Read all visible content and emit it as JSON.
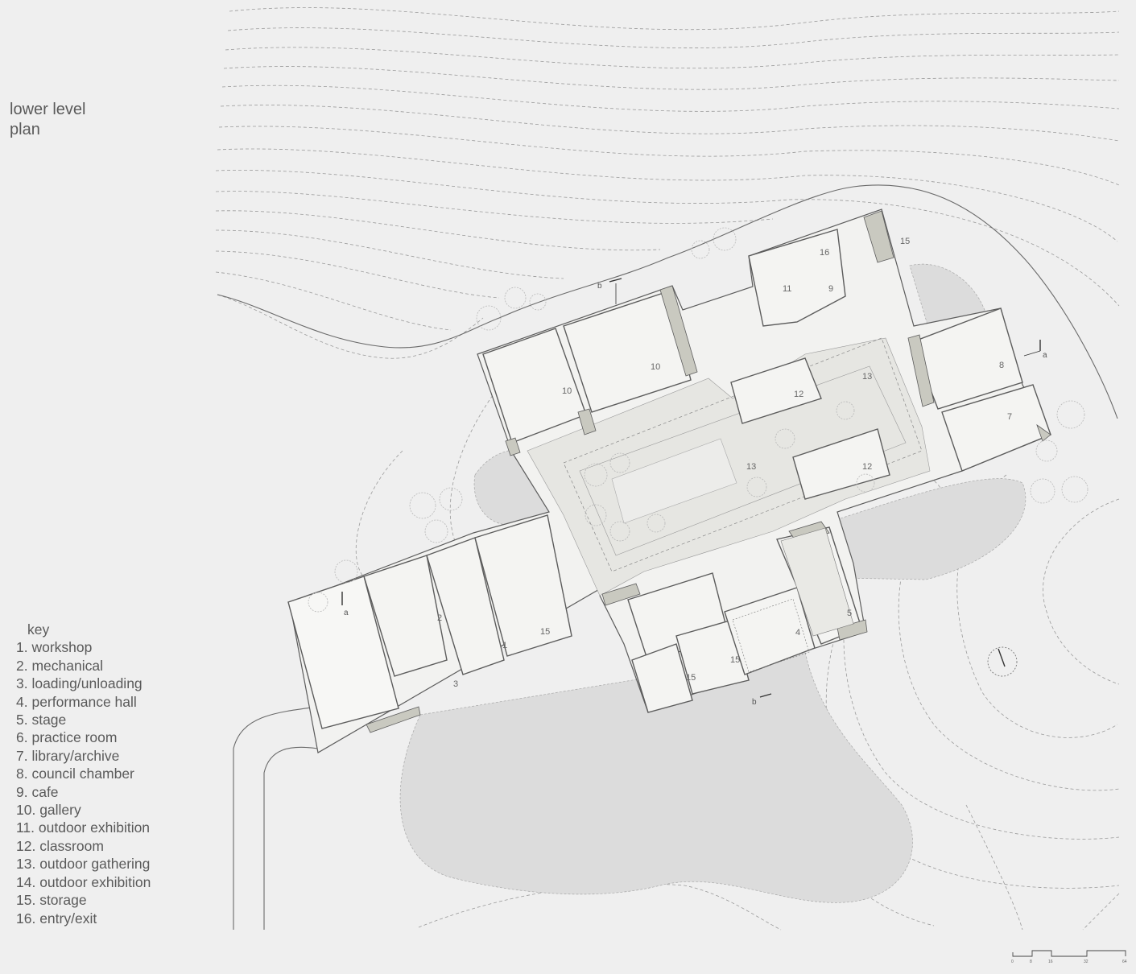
{
  "title": {
    "line1": "lower level",
    "line2": "plan"
  },
  "key": {
    "heading": "key",
    "items": [
      "1. workshop",
      "2. mechanical",
      "3. loading/unloading",
      "4. performance hall",
      "5. stage",
      "6. practice room",
      "7. library/archive",
      "8. council chamber",
      "9. cafe",
      "10. gallery",
      "11. outdoor exhibition",
      "12. classroom",
      "13. outdoor gathering",
      "14. outdoor exhibition",
      "15. storage",
      "16. entry/exit"
    ]
  },
  "plan": {
    "room_labels": [
      "10",
      "10",
      "12",
      "12",
      "13",
      "13",
      "11",
      "9",
      "16",
      "15",
      "8",
      "7",
      "2",
      "1",
      "3",
      "15",
      "4",
      "5",
      "15",
      "15"
    ],
    "section_marks": {
      "a": "a",
      "b": "b"
    }
  },
  "scale_bar": {
    "ticks": [
      "0",
      "8",
      "16",
      "32",
      "64"
    ]
  },
  "colors": {
    "background": "#efefef",
    "wall": "#c9c9c0",
    "line": "#5c5c5c",
    "ground": "#dcdcdc"
  }
}
